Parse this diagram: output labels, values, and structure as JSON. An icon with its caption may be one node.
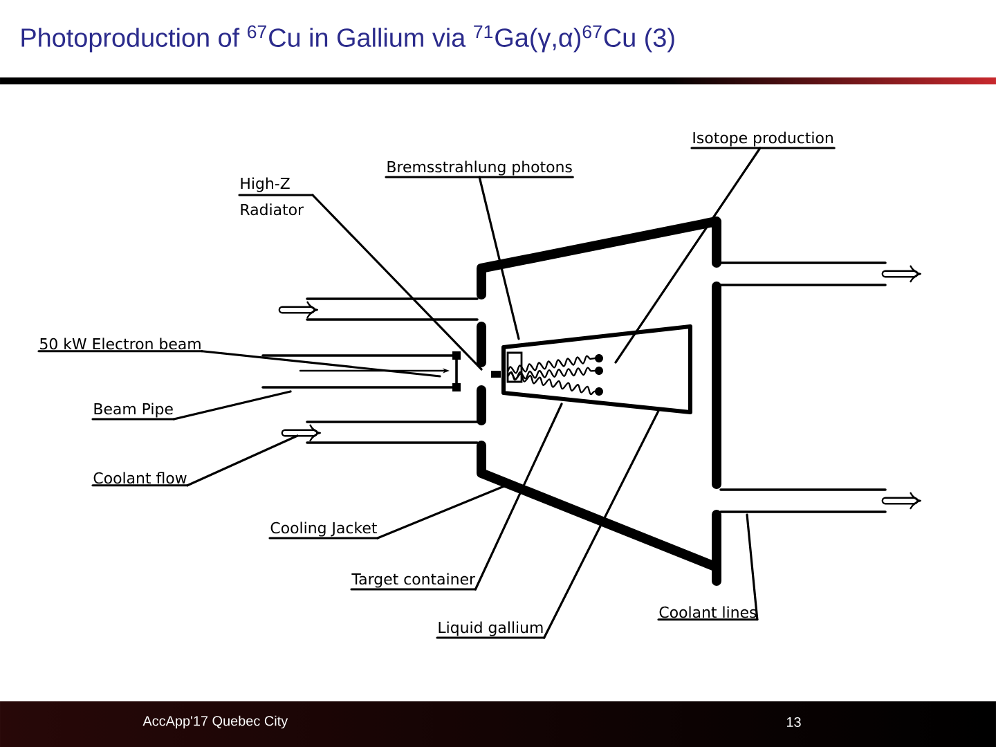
{
  "diagram": {
    "title": "Photoproduction of $^{67}$Cu in Gallium via $^{71}$Ga(γ,α)$^{67}$Cu (3)",
    "nodes": [
      {
        "text": [
          "Isotope production"
        ]
      },
      {
        "text": [
          "Bremsstrahlung photons"
        ]
      },
      {
        "text": [
          "High-Z Radiator"
        ]
      },
      {
        "text": [
          "50 kW Electron beam"
        ]
      },
      {
        "text": [
          "Beam Pipe"
        ]
      },
      {
        "text": [
          "Coolant flow"
        ]
      },
      {
        "text": [
          "Cooling Jacket"
        ]
      },
      {
        "text": [
          "Target container"
        ]
      },
      {
        "text": [
          "Liquid gallium"
        ]
      },
      {
        "text": [
          "Coolant lines"
        ]
      }
    ],
    "edges": [
      {
        "from": 0,
        "to": null,
        "arrow": "none"
      },
      {
        "from": 1,
        "to": null,
        "arrow": "none"
      },
      {
        "from": 2,
        "to": null,
        "arrow": "none"
      },
      {
        "from": 3,
        "to": null,
        "arrow": "none"
      },
      {
        "from": 4,
        "to": null,
        "arrow": "none"
      },
      {
        "from": 5,
        "to": null,
        "arrow": "none"
      },
      {
        "from": 6,
        "to": null,
        "arrow": "none"
      },
      {
        "from": 7,
        "to": null,
        "arrow": "none"
      },
      {
        "from": 8,
        "to": null,
        "arrow": "none"
      },
      {
        "from": 9,
        "to": null,
        "arrow": "none"
      }
    ],
    "labels": [
      "AccApp'17 Quebec City",
      "13"
    ]
  }
}
